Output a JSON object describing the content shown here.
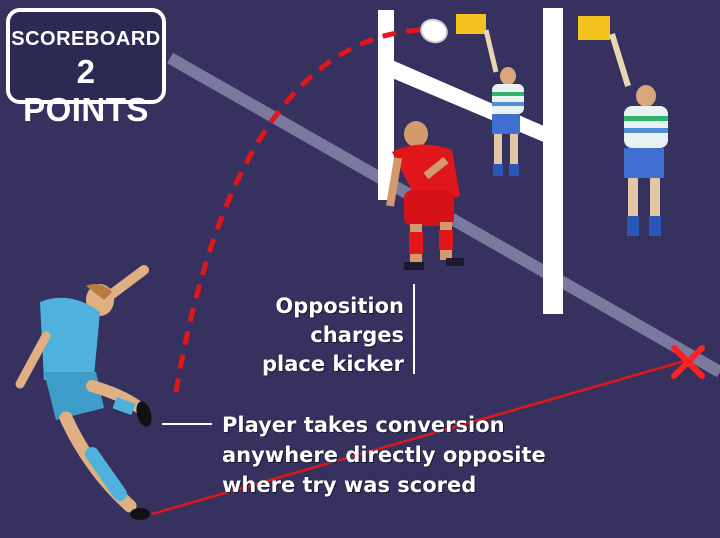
{
  "scoreboard": {
    "title": "SCOREBOARD",
    "points": "2 POINTS"
  },
  "opposition_caption": {
    "lines": [
      "Opposition",
      "charges",
      "place kicker"
    ]
  },
  "kicker_caption": {
    "lines": [
      "Player takes conversion",
      "anywhere directly opposite",
      "where try was scored"
    ]
  },
  "colors": {
    "background": "#36315f",
    "kicker_kit": "#4fb2dd",
    "opposition_kit": "#e0161b",
    "flag": "#f4c21c",
    "path_line": "#e0161b",
    "posts": "#ffffff"
  },
  "icons": [
    "kick-trajectory",
    "rugby-ball",
    "try-spot-cross-icon",
    "touch-judge-flag"
  ]
}
